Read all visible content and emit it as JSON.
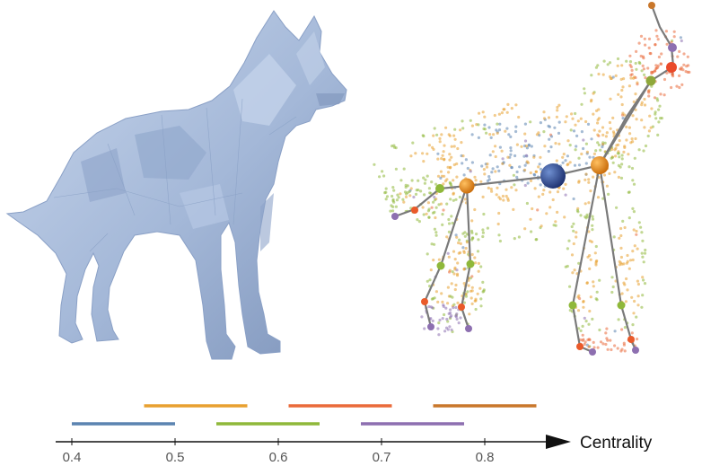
{
  "axis": {
    "label": "Centrality",
    "ticks": [
      "0.4",
      "0.5",
      "0.6",
      "0.7",
      "0.8"
    ]
  },
  "legend_bands": [
    {
      "color": "#5b84b1",
      "from": 0.4,
      "to": 0.5
    },
    {
      "color": "#e8a030",
      "from": 0.47,
      "to": 0.57
    },
    {
      "color": "#8fb83a",
      "from": 0.54,
      "to": 0.64
    },
    {
      "color": "#ea6a3a",
      "from": 0.61,
      "to": 0.71
    },
    {
      "color": "#8d6fb0",
      "from": 0.68,
      "to": 0.78
    },
    {
      "color": "#c9772b",
      "from": 0.75,
      "to": 0.85
    }
  ],
  "colors": {
    "mesh": "#a9bcdb",
    "skeleton_edge": "#7a7a7a",
    "axis": "#111111"
  },
  "icons": [
    "wolf-mesh",
    "point-cloud",
    "skeleton-graph",
    "arrow-right"
  ]
}
